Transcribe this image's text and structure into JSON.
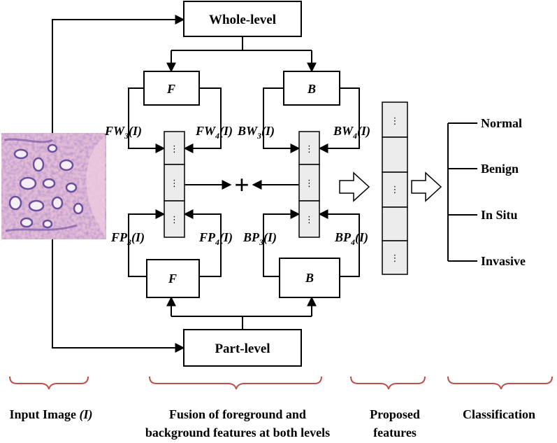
{
  "boxes": {
    "whole_level": "Whole-level",
    "part_level": "Part-level",
    "f_top": "F",
    "b_top": "B",
    "f_bottom": "F",
    "b_bottom": "B"
  },
  "features": {
    "fw3": {
      "base": "FW",
      "sub": "3",
      "arg": "(I)"
    },
    "fw4": {
      "base": "FW",
      "sub": "4",
      "arg": "(I)"
    },
    "bw3": {
      "base": "BW",
      "sub": "3",
      "arg": "(I)"
    },
    "bw4": {
      "base": "BW",
      "sub": "4",
      "arg": "(I)"
    },
    "fp3": {
      "base": "FP",
      "sub": "3",
      "arg": "(I)"
    },
    "fp4": {
      "base": "FP",
      "sub": "4",
      "arg": "(I)"
    },
    "bp3": {
      "base": "BP",
      "sub": "3",
      "arg": "(I)"
    },
    "bp4": {
      "base": "BP",
      "sub": "4",
      "arg": "(I)"
    }
  },
  "fusion_operator": "+",
  "vector_dots": "⋮",
  "classes": [
    "Normal",
    "Benign",
    "In Situ",
    "Invasive"
  ],
  "captions": {
    "input": {
      "text": "Input Image ",
      "italic": "(I)"
    },
    "fusion": [
      "Fusion of foreground and",
      "background features at both levels"
    ],
    "proposed": [
      "Proposed",
      "features"
    ],
    "classification": "Classification"
  },
  "colors": {
    "brace": "#c0504d",
    "vector_fill": "#ececec",
    "tissue_pink": "#e3b9d6",
    "tissue_purple": "#6a4f9c"
  }
}
